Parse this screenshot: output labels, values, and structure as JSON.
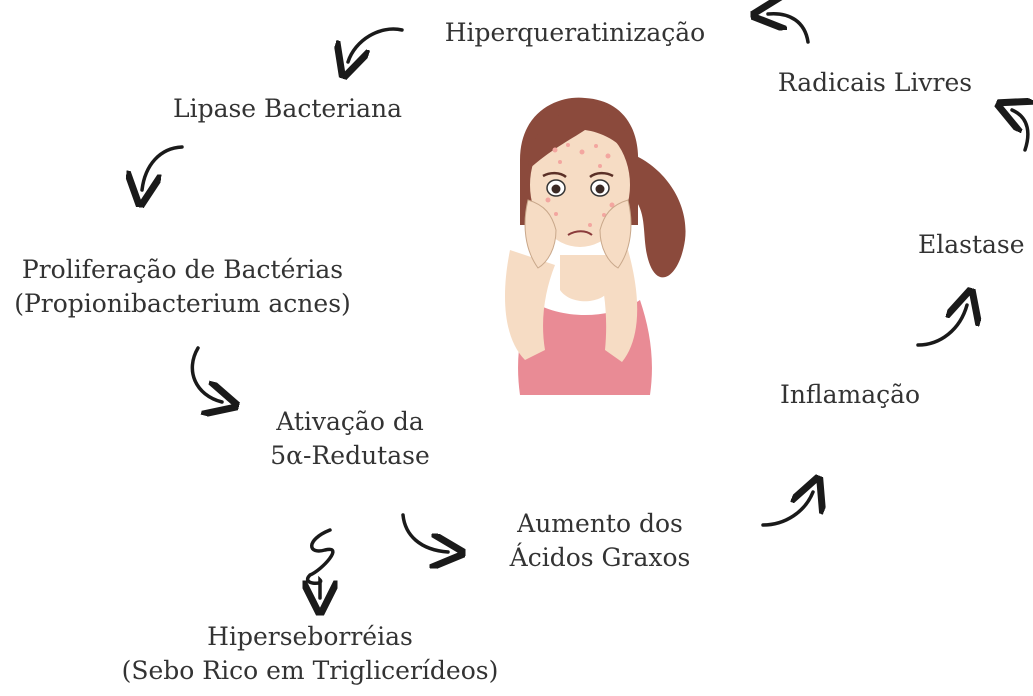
{
  "diagram": {
    "type": "cycle",
    "stages": [
      {
        "id": "hiperqueratinizacao",
        "lines": [
          "Hiperqueratinização"
        ]
      },
      {
        "id": "radicais-livres",
        "lines": [
          "Radicais Livres"
        ]
      },
      {
        "id": "elastase",
        "lines": [
          "Elastase"
        ]
      },
      {
        "id": "inflamacao",
        "lines": [
          "Inflamação"
        ]
      },
      {
        "id": "aumento-acidos-graxos",
        "lines": [
          "Aumento dos",
          "Ácidos Graxos"
        ]
      },
      {
        "id": "ativacao-5a-redutase",
        "lines": [
          "Ativação da",
          "5α-Redutase"
        ]
      },
      {
        "id": "hiperseborreias",
        "lines": [
          "Hiperseborréias",
          "(Sebo Rico em Triglicerídeos)"
        ]
      },
      {
        "id": "proliferacao-bacterias",
        "lines": [
          "Proliferação de Bactérias",
          "(Propionibacterium acnes)"
        ]
      },
      {
        "id": "lipase-bacteriana",
        "lines": [
          "Lipase Bacteriana"
        ]
      }
    ],
    "colors": {
      "text": "#333333",
      "arrow": "#1a1a1a",
      "hair": "#8b4a3c",
      "skin": "#f6dcc4",
      "shirt": "#e98b95",
      "acne": "#f3a6a0"
    },
    "center_image": "girl-with-acne-illustration"
  }
}
